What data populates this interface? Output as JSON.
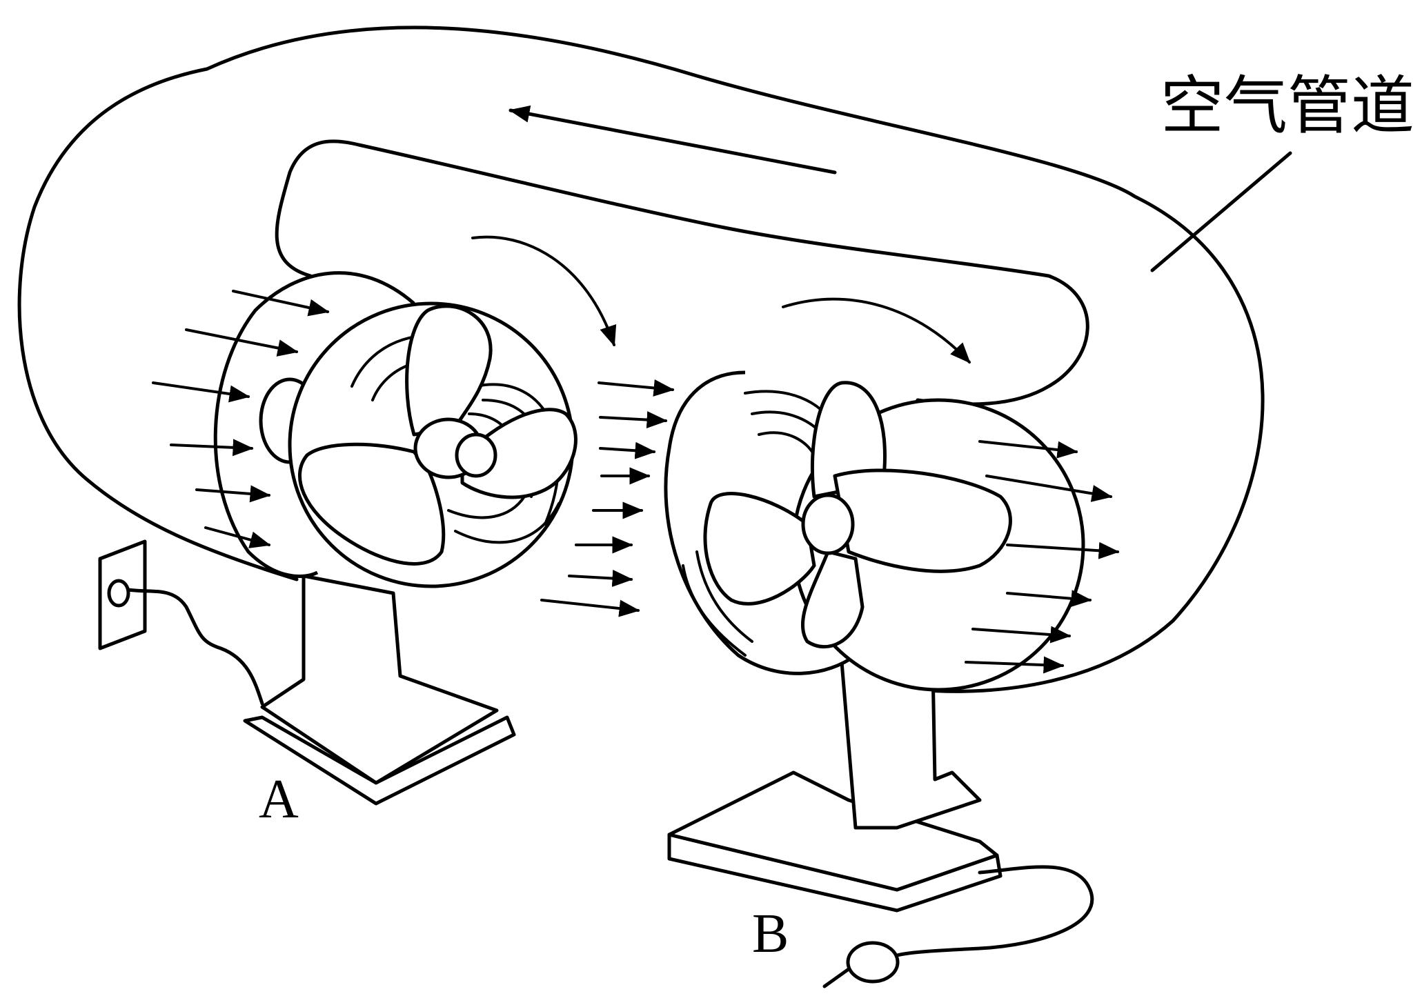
{
  "labels": {
    "duct": "空气管道",
    "fan_a": "A",
    "fan_b": "B"
  },
  "colors": {
    "ink": "#000000",
    "background": "#ffffff"
  }
}
